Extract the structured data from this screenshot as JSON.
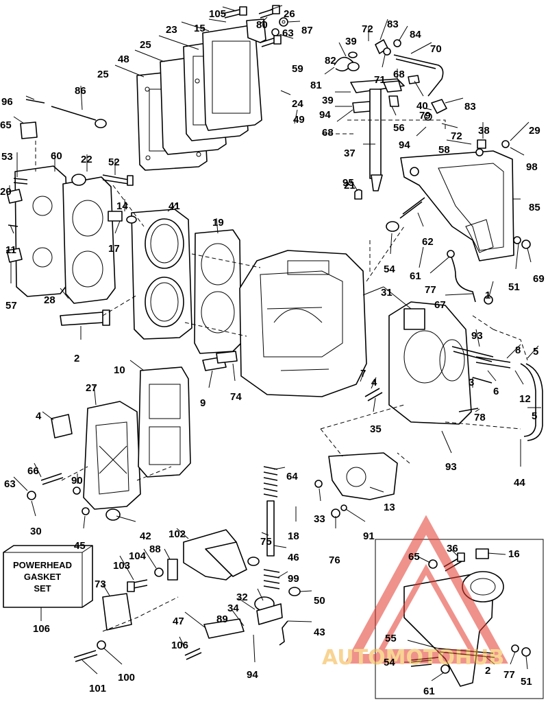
{
  "diagram": {
    "gasket_set_box": {
      "line1": "POWERHEAD",
      "line2": "GASKET",
      "line3": "SET",
      "part_number": "106"
    },
    "watermark": {
      "text": "AUTOMOTOHUB",
      "color_primary": "#e23a2e",
      "color_secondary": "#f4b23c"
    },
    "inset_callouts": [
      "36",
      "16",
      "65",
      "55",
      "54",
      "2",
      "77",
      "51",
      "61"
    ],
    "callouts": [
      "105",
      "26",
      "15",
      "80",
      "87",
      "23",
      "63",
      "59",
      "25",
      "48",
      "25",
      "83",
      "84",
      "72",
      "39",
      "70",
      "82",
      "71",
      "81",
      "68",
      "40",
      "39",
      "94",
      "56",
      "79",
      "83",
      "68",
      "72",
      "94",
      "96",
      "86",
      "24",
      "49",
      "37",
      "95",
      "65",
      "58",
      "38",
      "29",
      "98",
      "53",
      "60",
      "22",
      "52",
      "85",
      "20",
      "14",
      "41",
      "21",
      "19",
      "17",
      "62",
      "11",
      "54",
      "61",
      "77",
      "51",
      "69",
      "57",
      "28",
      "67",
      "1",
      "31",
      "2",
      "93",
      "5",
      "8",
      "7",
      "4",
      "3",
      "6",
      "12",
      "10",
      "9",
      "74",
      "27",
      "5",
      "78",
      "4",
      "35",
      "93",
      "44",
      "66",
      "90",
      "64",
      "63",
      "30",
      "33",
      "13",
      "45",
      "18",
      "91",
      "42",
      "102",
      "75",
      "46",
      "103",
      "104",
      "88",
      "76",
      "99",
      "73",
      "32",
      "50",
      "34",
      "89",
      "43",
      "47",
      "106",
      "94",
      "101",
      "100"
    ]
  }
}
